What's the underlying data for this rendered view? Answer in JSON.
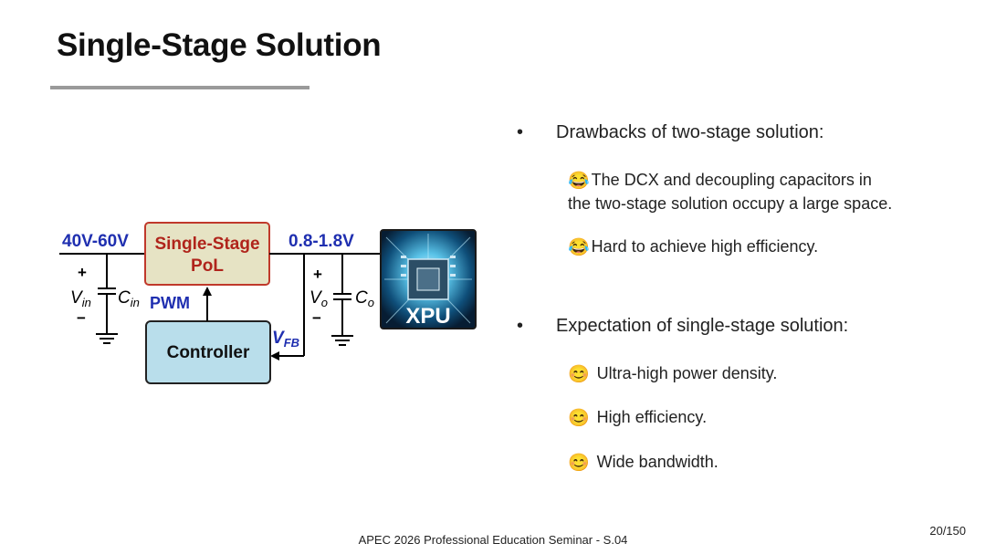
{
  "slide": {
    "title": "Single-Stage Solution",
    "page_number": "20/150",
    "footer": "APEC 2026 Professional Education Seminar  -  S.04"
  },
  "diagram": {
    "input_voltage": "40V-60V",
    "pol_line1": "Single-Stage",
    "pol_line2": "PoL",
    "output_voltage": "0.8-1.8V",
    "pwm_label": "PWM",
    "controller_label": "Controller",
    "vfb_main": "V",
    "vfb_sub": "FB",
    "vin_main": "V",
    "vin_sub": "in",
    "cin_main": "C",
    "cin_sub": "in",
    "vo_main": "V",
    "vo_sub": "o",
    "co_main": "C",
    "co_sub": "o",
    "plus": "+",
    "minus": "−",
    "xpu_label": "XPU",
    "colors": {
      "blue_text": "#1f2fb0",
      "pol_fill": "#e6e3c4",
      "pol_border": "#c0392b",
      "pol_text": "#b0241b",
      "controller_fill": "#b9deeb"
    }
  },
  "content": {
    "bullet1": "Drawbacks of two-stage solution:",
    "bullet1_items": [
      {
        "icon": "laughing-face-icon",
        "line1": "The DCX and decoupling capacitors in",
        "line2": "the two-stage solution occupy a large space."
      },
      {
        "icon": "laughing-face-icon",
        "line1": "Hard to achieve high efficiency."
      }
    ],
    "bullet2": "Expectation of single-stage solution:",
    "bullet2_items": [
      {
        "icon": "smiling-face-icon",
        "text": "Ultra-high power density."
      },
      {
        "icon": "smiling-face-icon",
        "text": "High efficiency."
      },
      {
        "icon": "smiling-face-icon",
        "text": "Wide bandwidth."
      }
    ],
    "bullet_symbol": "•",
    "laugh_glyph": "😂",
    "smile_glyph": "😊"
  }
}
